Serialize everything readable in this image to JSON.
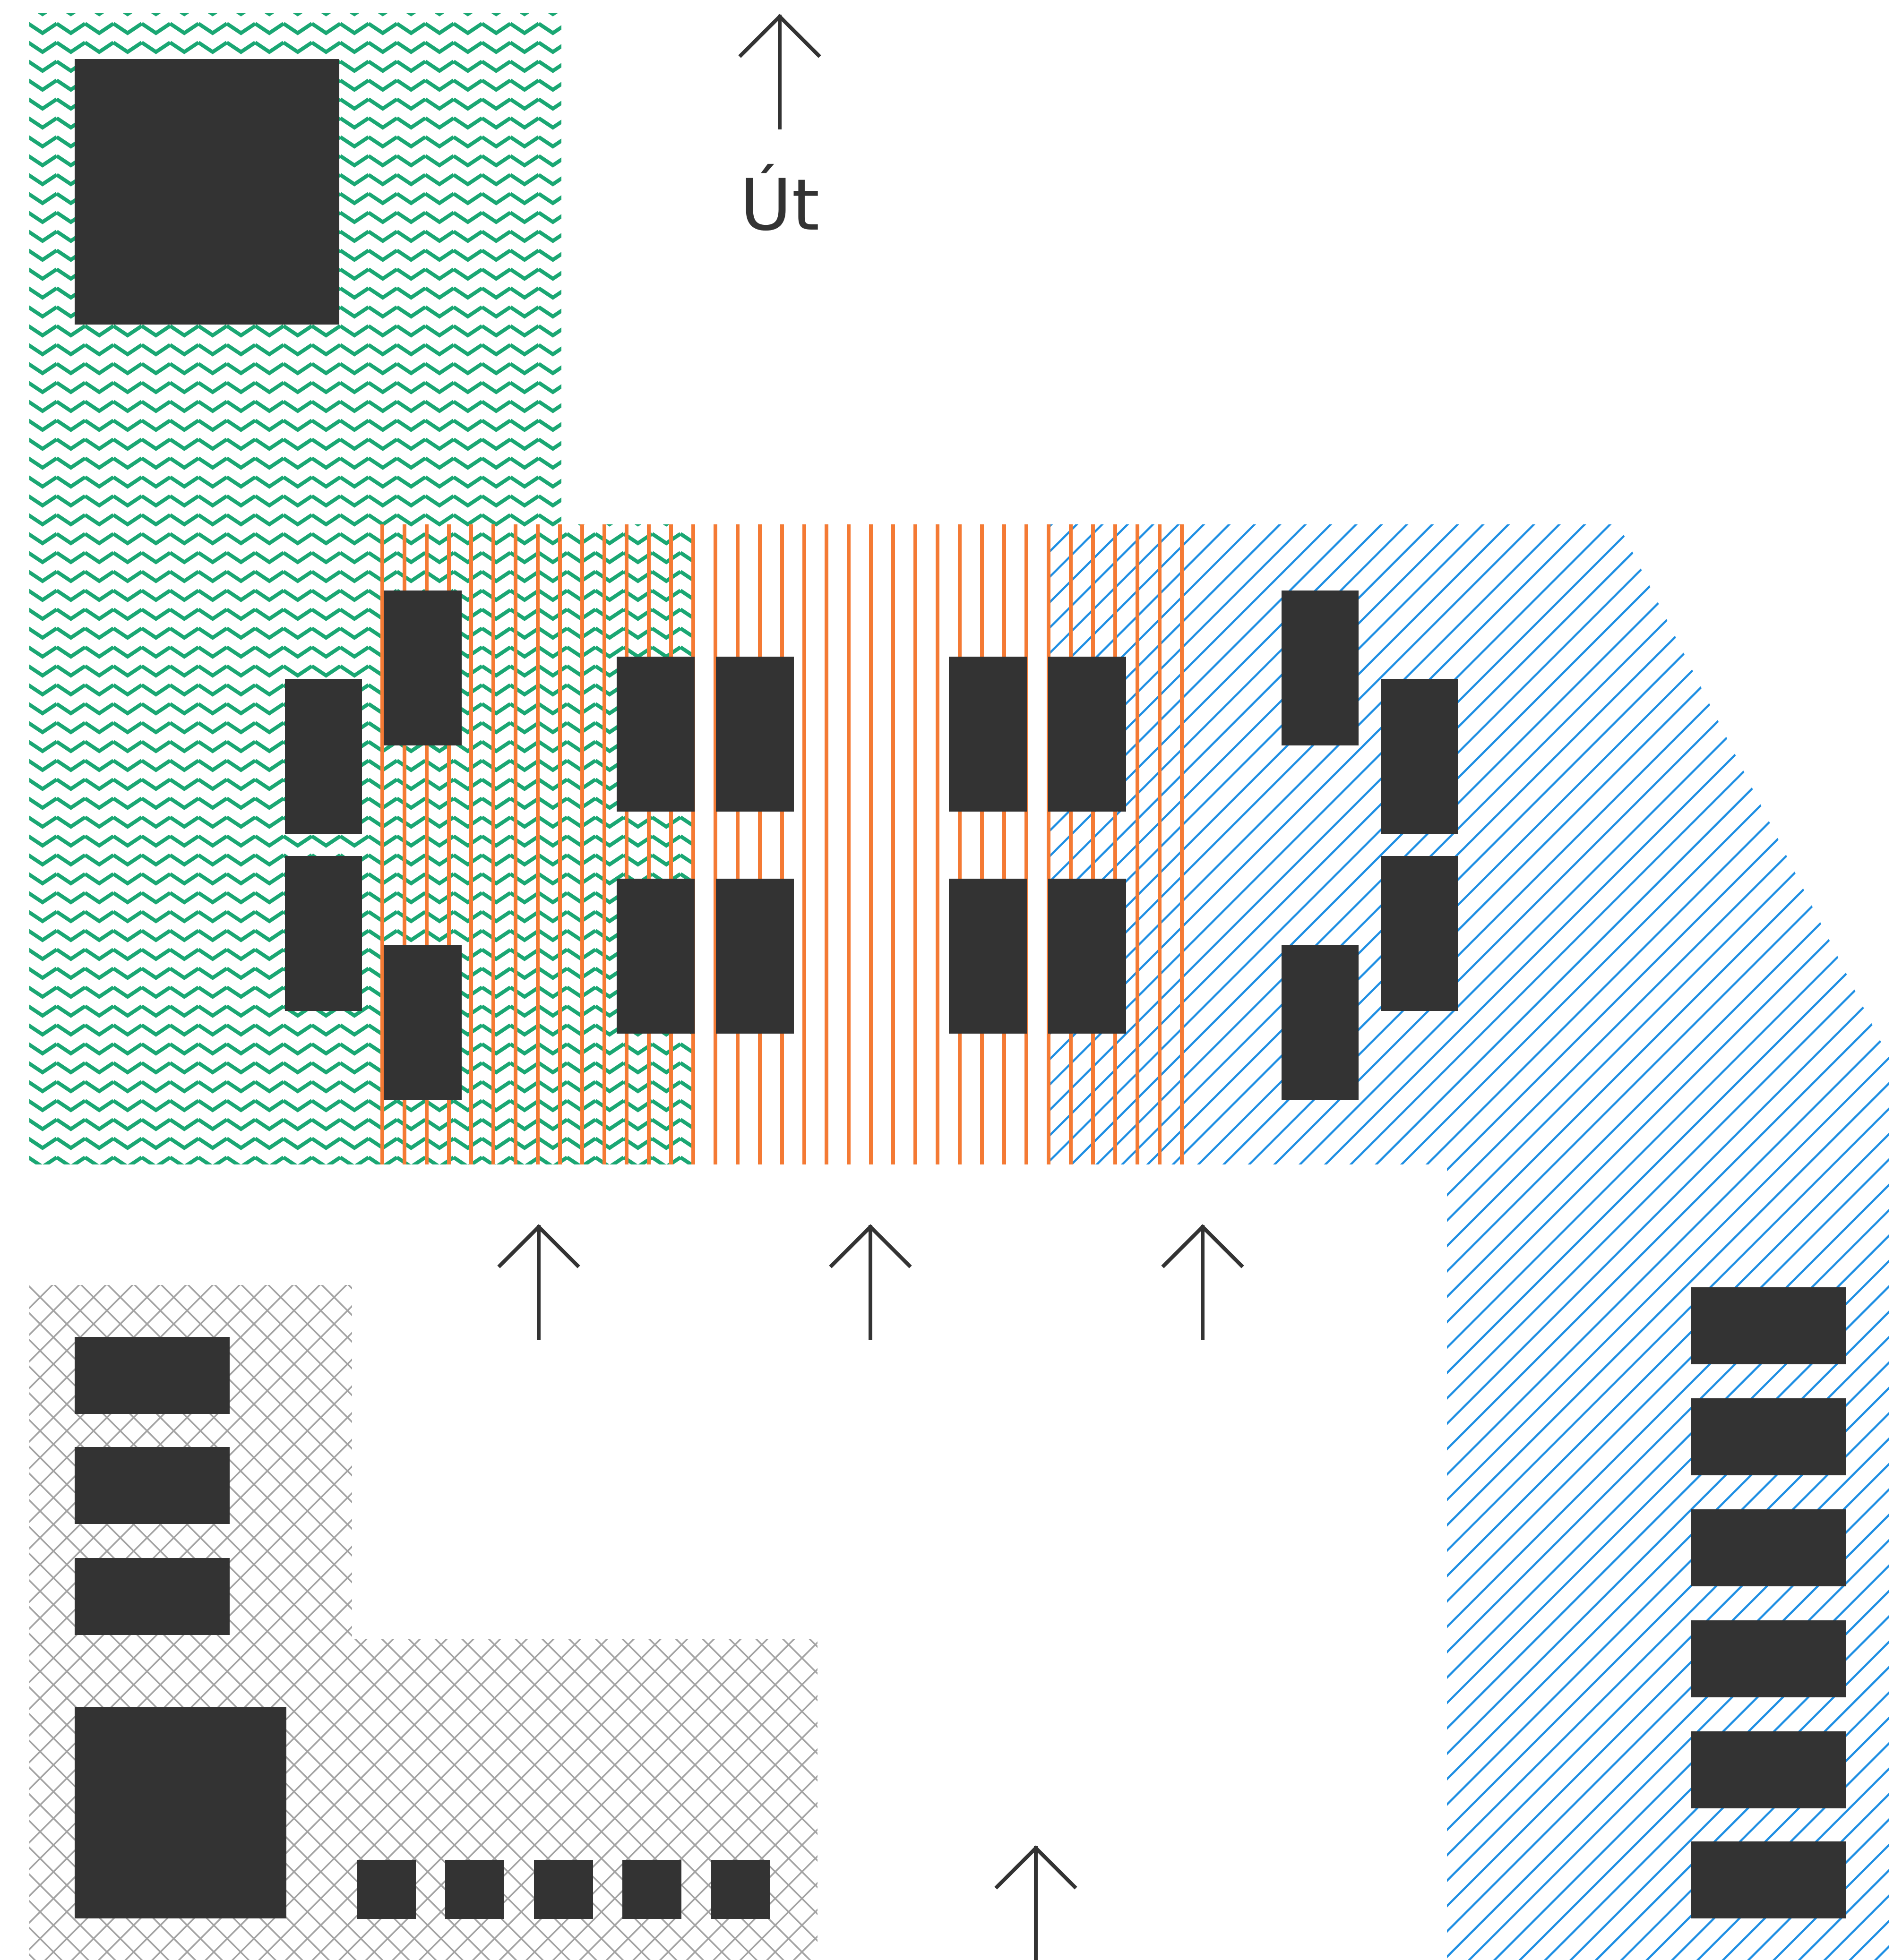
{
  "street": {
    "label": "Út"
  },
  "colors": {
    "green_zone": "#1aa773",
    "orange_zone": "#f47a34",
    "blue_zone": "#1f8fe3",
    "gray_zone": "#a3a3a3",
    "building": "#333333",
    "arrow": "#333333"
  },
  "zones": [
    {
      "name": "green-zigzag-zone",
      "pattern": "zigzag"
    },
    {
      "name": "orange-vertical-line-zone",
      "pattern": "vertical-lines"
    },
    {
      "name": "blue-diagonal-zone",
      "pattern": "diagonal-lines"
    },
    {
      "name": "gray-crosshatch-zone",
      "pattern": "crosshatch"
    }
  ],
  "arrows": {
    "count": 5,
    "direction": "up"
  }
}
